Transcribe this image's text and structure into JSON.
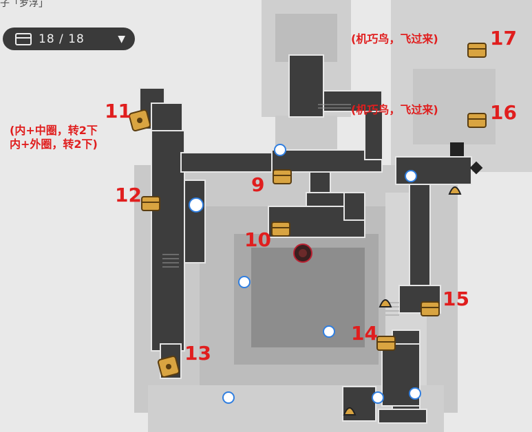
{
  "title_fragment": "子「罗浮」",
  "counter": {
    "text": "18 / 18",
    "icon": "chest-icon",
    "caret": "▼"
  },
  "colors": {
    "label": "#e01e1e",
    "walkway": "#3d3d3d",
    "chest": "#d9a441",
    "teleport": "#2f7ee0"
  },
  "labels": [
    {
      "id": "9",
      "text": "9"
    },
    {
      "id": "10",
      "text": "10"
    },
    {
      "id": "11",
      "text": "11"
    },
    {
      "id": "12",
      "text": "12"
    },
    {
      "id": "13",
      "text": "13"
    },
    {
      "id": "14",
      "text": "14"
    },
    {
      "id": "15",
      "text": "15"
    },
    {
      "id": "16",
      "text": "16"
    },
    {
      "id": "17",
      "text": "17"
    }
  ],
  "notes": {
    "n11": "(内+中圈，转2下\n内+外圈，转2下)",
    "n16": "(机巧鸟，飞过来)",
    "n17": "(机巧鸟，飞过来)"
  }
}
